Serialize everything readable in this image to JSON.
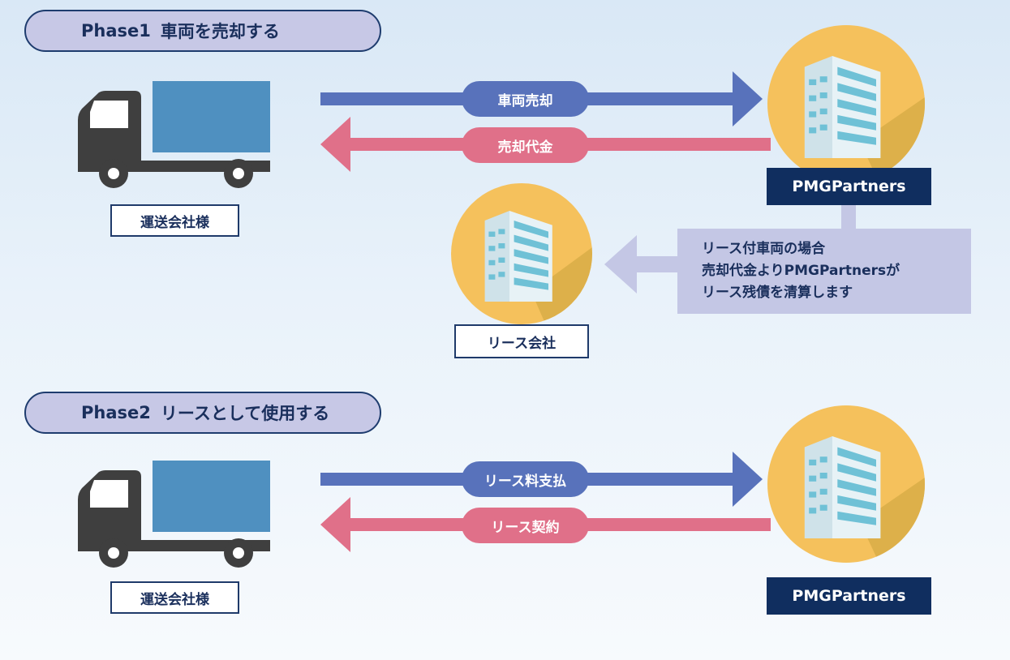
{
  "phase1": {
    "name": "Phase1",
    "title": "車両を売却する",
    "arrow_top_label": "車両売却",
    "arrow_bottom_label": "売却代金",
    "client_label": "運送会社様",
    "partner_label": "PMGPartners",
    "lease_company_label": "リース会社",
    "note": {
      "line1": "リース付車両の場合",
      "line2_prefix": "売却代金より",
      "line2_brand": "PMGPartners",
      "line2_suffix": "が",
      "line3": "リース残債を清算します"
    }
  },
  "phase2": {
    "name": "Phase2",
    "title": "リースとして使用する",
    "arrow_top_label": "リース料支払",
    "arrow_bottom_label": "リース契約",
    "client_label": "運送会社様",
    "partner_label": "PMGPartners"
  },
  "colors": {
    "arrow_blue": "#5872bb",
    "arrow_pink": "#e07089",
    "navy": "#102e5f",
    "circle_yellow": "#f5c15c",
    "truck_gray": "#3f3f3f",
    "truck_cargo": "#4f90c0"
  }
}
